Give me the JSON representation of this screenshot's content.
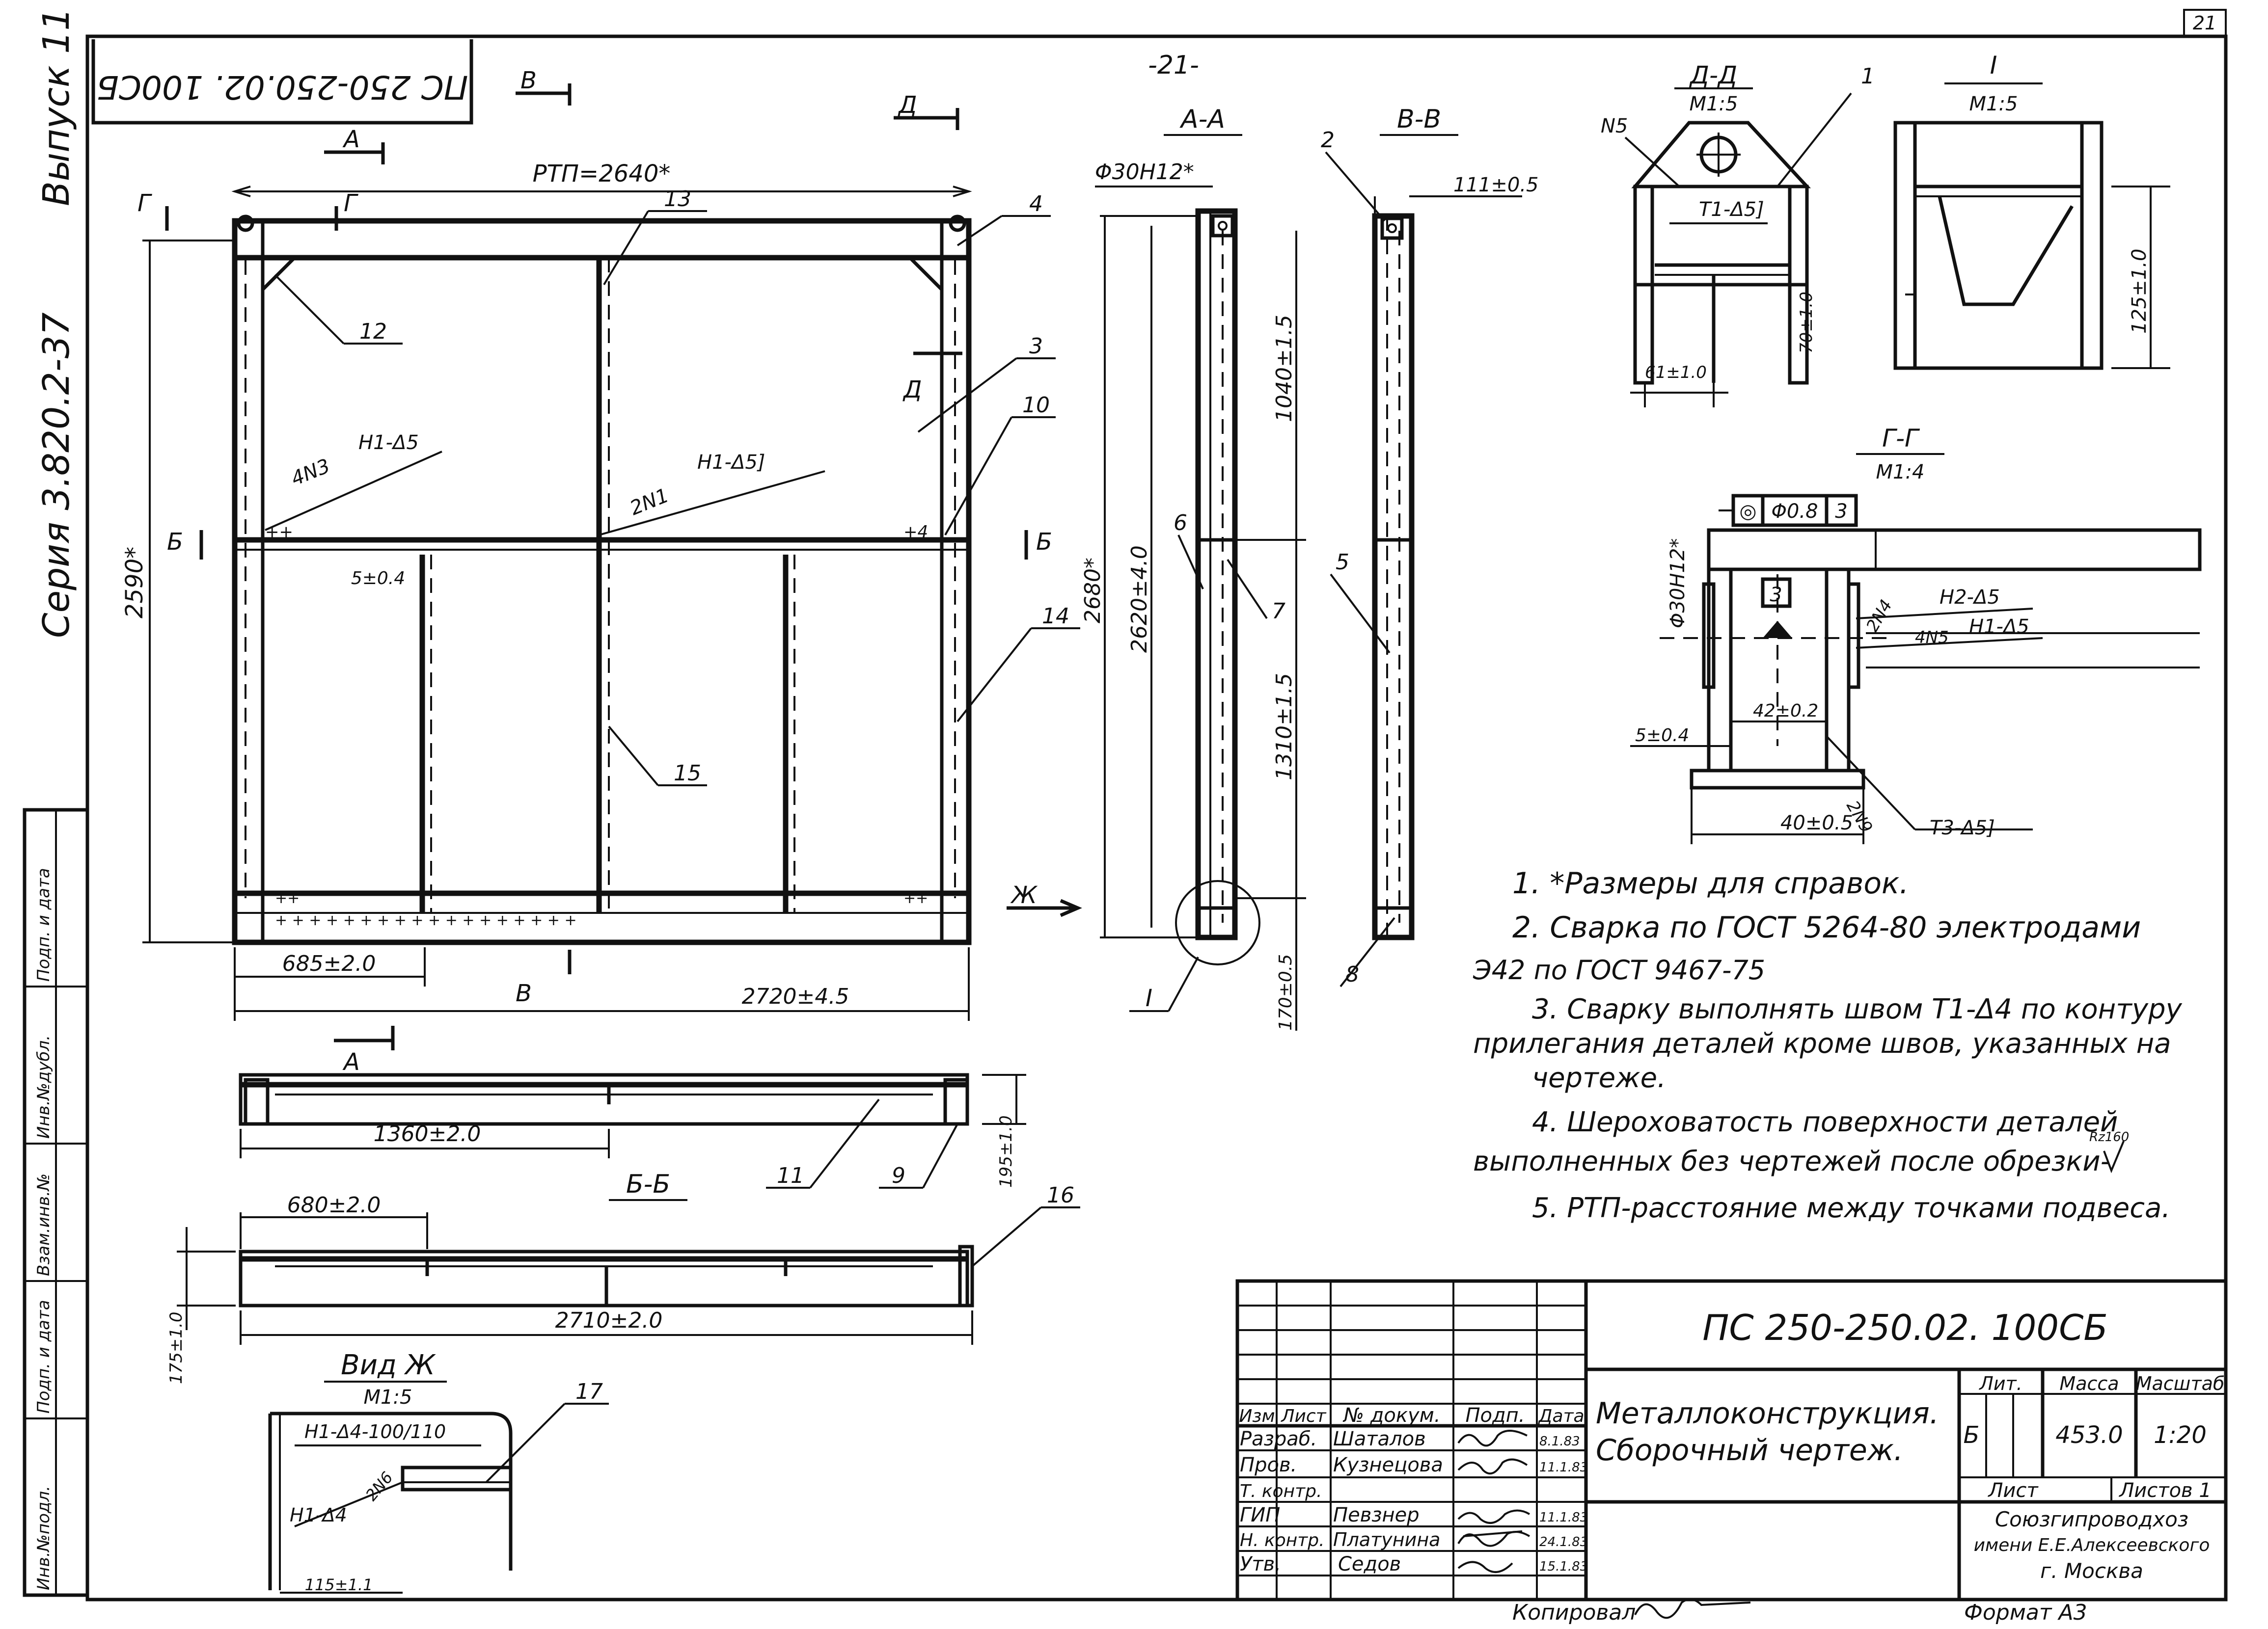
{
  "page_number": "21",
  "page_mark": "-21-",
  "doc_code_stamp": "ПС 250-250.02. 100СБ",
  "series_label": "Серия 3.820.2-37",
  "issue_label": "Выпуск 11",
  "left_stamp": {
    "cells": [
      "Инв.№подл.",
      "Подп. и дата",
      "Взам.инв.№",
      "Инв.№дубл.",
      "Подп. и дата"
    ]
  },
  "front_view": {
    "rtp_dim": "РТП=2640*",
    "height_dim": "2590*",
    "dim_685": "685±2.0",
    "dim_2720": "2720±4.5",
    "dim_5": "5±0.4",
    "weld_left": "4N3",
    "weld_left_type": "Н1-Δ5",
    "weld_mid": "2N1",
    "weld_mid_type": "Н1-Δ5]",
    "section_marks": {
      "a": "А",
      "b": "Б",
      "v": "В",
      "g": "Г",
      "d": "Д",
      "zh": "Ж"
    },
    "callouts": [
      "13",
      "4",
      "12",
      "3",
      "10",
      "14",
      "15"
    ]
  },
  "section_aa": {
    "title": "А-А",
    "phi": "Φ30Н12*",
    "dim_2680": "2680*",
    "dim_2620": "2620±4.0",
    "dim_1040": "1040±1.5",
    "dim_1310": "1310±1.5",
    "dim_170": "170±0.5",
    "callouts": [
      "6",
      "7",
      "I"
    ]
  },
  "section_vv": {
    "title": "В-В",
    "dim_111": "111±0.5",
    "callouts": [
      "2",
      "5",
      "8"
    ]
  },
  "detail_dd": {
    "title": "Д-Д",
    "scale": "М1:5",
    "weld_n": "N5",
    "weld_t": "Т1-Δ5]",
    "dim_61": "61±1.0",
    "dim_70": "70±1.0",
    "callout": "1"
  },
  "detail_i": {
    "title": "I",
    "scale": "М1:5",
    "dim_125": "125±1.0"
  },
  "section_gg": {
    "title": "Г-Г",
    "scale": "М1:4",
    "phi": "Φ30Н12*",
    "tolerance_sym": "◎",
    "tolerance_val": "Φ0.8",
    "datum": "3",
    "datum_box": "3",
    "weld1_n": "2N4",
    "weld1_type": "Н2-Δ5",
    "weld2_n": "4N5",
    "weld2_type": "Н1-Δ5",
    "weld3_n": "2N9",
    "weld3_type": "Т3-Δ5]",
    "dim_5": "5±0.4",
    "dim_42": "42±0.2",
    "dim_40": "40±0.5"
  },
  "top_view": {
    "dim_1360": "1360±2.0",
    "dim_195": "195±1.0",
    "section_a": "А",
    "callouts": [
      "11",
      "9"
    ]
  },
  "section_bb": {
    "title": "Б-Б",
    "dim_680": "680±2.0",
    "dim_2710": "2710±2.0",
    "dim_175": "175±1.0",
    "callout": "16"
  },
  "view_zh": {
    "title": "Вид Ж",
    "scale": "М1:5",
    "weld_top": "Н1-Δ4-100/110",
    "weld_left": "Н1-Δ4",
    "weld_n": "2N6",
    "dim_115": "115±1.1",
    "callout": "17"
  },
  "notes": [
    "1. *Размеры для справок.",
    "2. Сварка по ГОСТ 5264-80 электродами",
    "Э42 по ГОСТ 9467-75",
    "3. Сварку выполнять швом Т1-Δ4 по контуру",
    "прилегания деталей кроме швов, указанных на",
    "чертеже.",
    "4. Шероховатость поверхности деталей",
    "выполненных без чертежей после обрезки-",
    "5. РТП-расстояние между точками подвеса."
  ],
  "roughness": "Rz160",
  "title_block": {
    "doc_code": "ПС 250-250.02. 100СБ",
    "name_line1": "Металлоконструкция.",
    "name_line2": "Сборочный чертеж.",
    "hdr_izm": "Изм",
    "hdr_list": "Лист",
    "hdr_doc": "№ докум.",
    "hdr_sign": "Подп.",
    "hdr_date": "Дата",
    "roles": [
      "Разраб.",
      "Пров.",
      "Т. контр.",
      "ГИП",
      "Н. контр.",
      "Утв."
    ],
    "names": [
      "Шаталов",
      "Кузнецова",
      "",
      "Певзнер",
      "Платунина",
      "Седов"
    ],
    "dates": [
      "8.1.83",
      "11.1.83",
      "",
      "11.1.83",
      "24.1.83",
      "15.1.83"
    ],
    "lit_label": "Лит.",
    "mass_label": "Масса",
    "scale_label": "Масштаб",
    "lit_value": "Б",
    "mass_value": "453.0",
    "scale_value": "1:20",
    "sheet_label": "Лист",
    "sheets_label": "Листов 1",
    "org_line1": "Союзгипроводхоз",
    "org_line2": "имени Е.Е.Алексеевского",
    "org_line3": "г. Москва",
    "copied": "Копировал",
    "format": "Формат А3"
  }
}
